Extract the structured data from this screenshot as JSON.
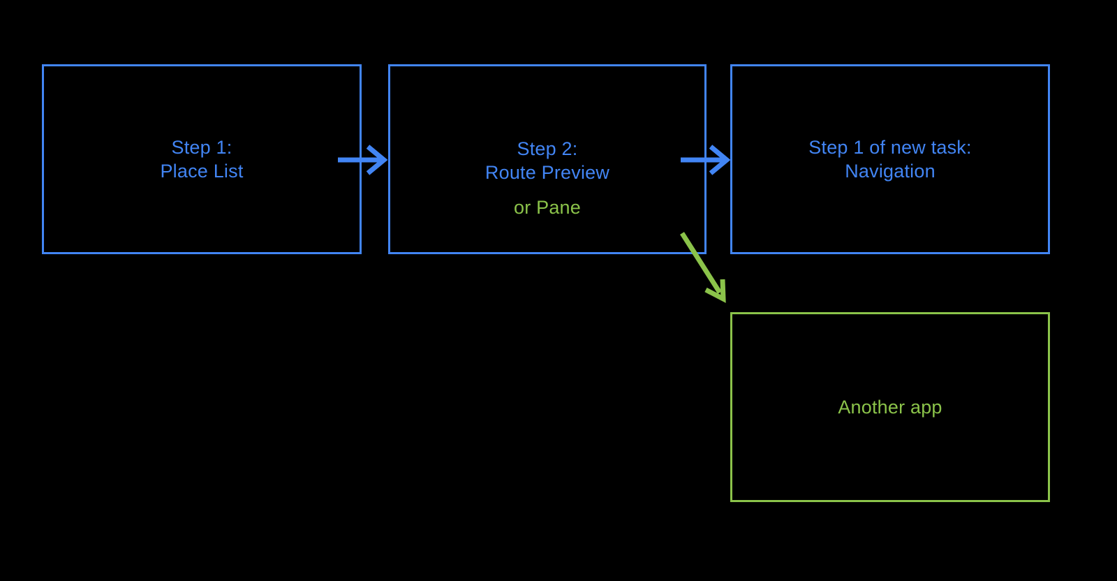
{
  "diagram": {
    "colors": {
      "background": "#000000",
      "blue": "#4285F4",
      "green": "#8BC34A"
    },
    "boxes": [
      {
        "name": "step-1",
        "line1": "Step 1:",
        "line2": "Place List"
      },
      {
        "name": "step-2",
        "line1": "Step 2:",
        "line2": "Route Preview",
        "note": "or Pane"
      },
      {
        "name": "step-1-new-task",
        "line1": "Step 1 of new task:",
        "line2": "Navigation"
      },
      {
        "name": "another-app",
        "line1": "Another app"
      }
    ],
    "arrows": [
      {
        "name": "arrow-step1-to-step2",
        "color": "#4285F4"
      },
      {
        "name": "arrow-step2-to-new-task",
        "color": "#4285F4"
      },
      {
        "name": "arrow-step2-to-another-app",
        "color": "#8BC34A"
      }
    ]
  }
}
